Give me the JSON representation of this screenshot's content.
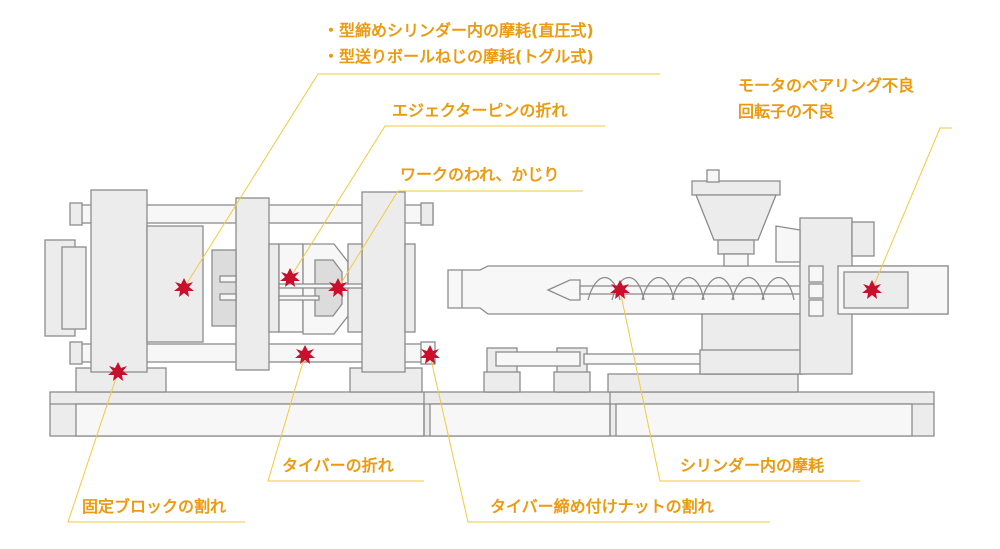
{
  "labels": {
    "mold_cylinder_wear": "・型締めシリンダー内の摩耗(直圧式)",
    "ball_screw_wear": "・型送りボールねじの摩耗(トグル式)",
    "ejector_pin_break": "エジェクターピンの折れ",
    "work_crack": "ワークのわれ、かじり",
    "motor_bearing": "モータのベアリング不良",
    "rotor_fault": "回転子の不良",
    "tie_bar_break": "タイバーの折れ",
    "cylinder_wear": "シリンダー内の摩耗",
    "fixed_block_crack": "固定ブロックの割れ",
    "tie_bar_nut_crack": "タイバー締め付けナットの割れ"
  },
  "colors": {
    "label_text": "#ec9a10",
    "leader_line": "#f3c93f",
    "machine_fill": "#ececec",
    "machine_stroke": "#8c8c8c",
    "damage_marker": "#c8102e"
  }
}
